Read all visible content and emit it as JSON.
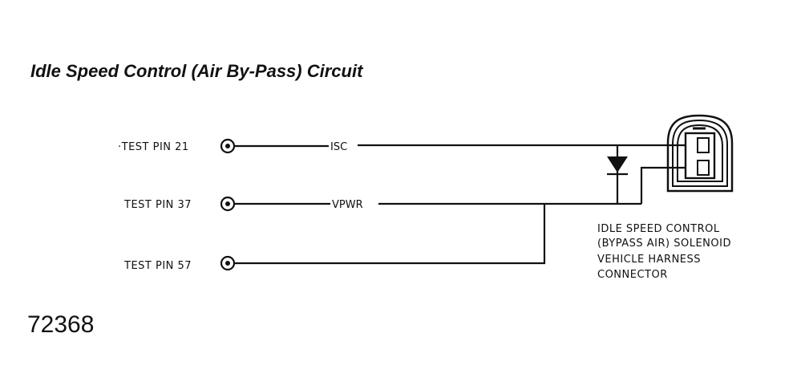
{
  "title": "Idle Speed Control (Air By-Pass) Circuit",
  "pins": [
    {
      "label": "·TEST PIN 21"
    },
    {
      "label": "TEST PIN 37"
    },
    {
      "label": "TEST PIN 57"
    }
  ],
  "wires": {
    "isc": "ISC",
    "vpwr": "VPWR"
  },
  "connector_caption": [
    "IDLE SPEED CONTROL",
    "(BYPASS AIR) SOLENOID",
    "VEHICLE HARNESS",
    "CONNECTOR"
  ],
  "figure_number": "72368"
}
